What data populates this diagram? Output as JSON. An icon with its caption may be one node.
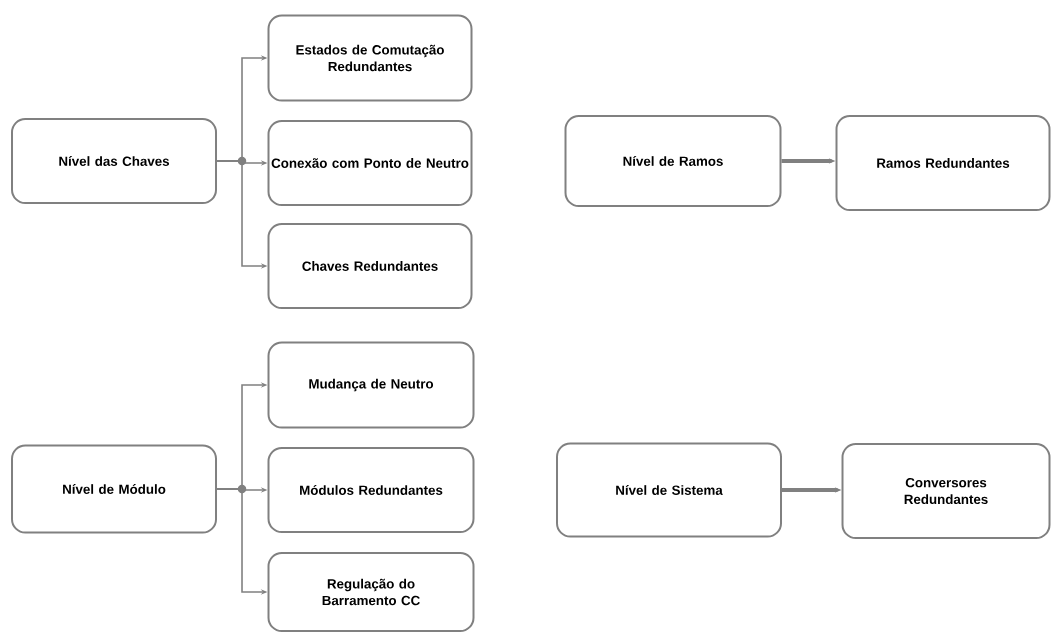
{
  "diagram": {
    "nodes": [
      {
        "text": [
          "Nível das Chaves"
        ]
      },
      {
        "text": [
          "Estados de Comutação Redundantes"
        ]
      },
      {
        "text": [
          "Conexão com Ponto de Neutro"
        ]
      },
      {
        "text": [
          "Chaves Redundantes"
        ]
      },
      {
        "text": [
          "Nível de Ramos"
        ]
      },
      {
        "text": [
          "Ramos Redundantes"
        ]
      },
      {
        "text": [
          "Nível de Módulo"
        ]
      },
      {
        "text": [
          "Mudança de Neutro"
        ]
      },
      {
        "text": [
          "Módulos Redundantes"
        ]
      },
      {
        "text": [
          "Regulação do Barramento CC"
        ]
      },
      {
        "text": [
          "Nível de Sistema"
        ]
      },
      {
        "text": [
          "Conversores Redundantes"
        ]
      }
    ],
    "edges": [
      {
        "from": 0,
        "to": 1,
        "arrow": "to"
      },
      {
        "from": 0,
        "to": 2,
        "arrow": "to"
      },
      {
        "from": 0,
        "to": 3,
        "arrow": "to"
      },
      {
        "from": 4,
        "to": 5,
        "arrow": "to",
        "style": "thick"
      },
      {
        "from": 6,
        "to": 7,
        "arrow": "to"
      },
      {
        "from": 6,
        "to": 8,
        "arrow": "to"
      },
      {
        "from": 6,
        "to": 9,
        "arrow": "to"
      },
      {
        "from": 10,
        "to": 11,
        "arrow": "to",
        "style": "thick"
      }
    ]
  }
}
